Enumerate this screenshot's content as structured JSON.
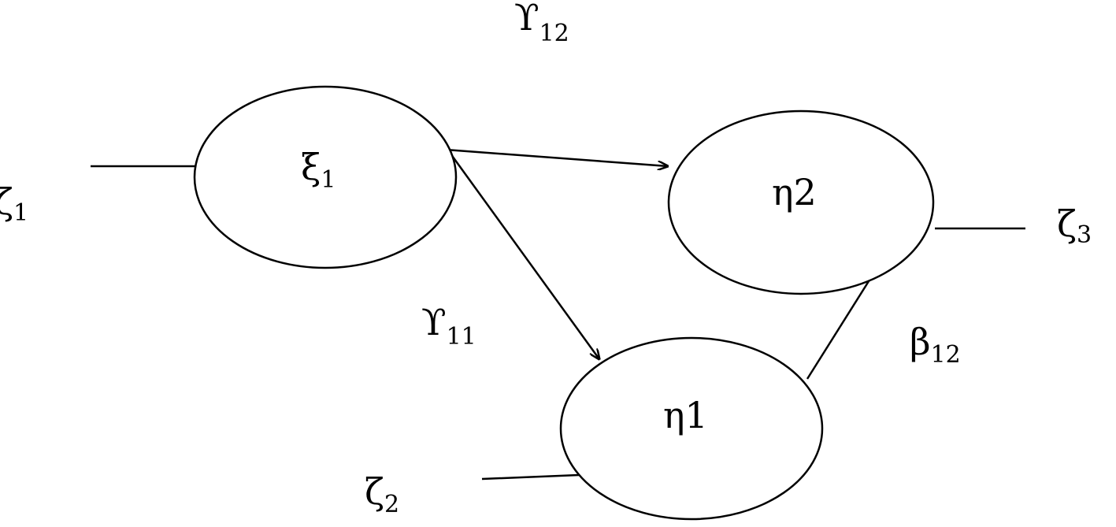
{
  "nodes": {
    "xi1": {
      "symbol": "ξ",
      "sub": "1"
    },
    "eta2": {
      "symbol": "η2",
      "sub": ""
    },
    "eta1": {
      "symbol": "η1",
      "sub": ""
    }
  },
  "params": {
    "gamma12": {
      "symbol": "ϒ",
      "sub": "12"
    },
    "gamma11": {
      "symbol": "ϒ",
      "sub": "11"
    },
    "beta12": {
      "symbol": "β",
      "sub": "12"
    }
  },
  "disturbances": {
    "zeta1": {
      "symbol": "ζ",
      "sub": "1"
    },
    "zeta2": {
      "symbol": "ζ",
      "sub": "2"
    },
    "zeta3": {
      "symbol": "ζ",
      "sub": "3"
    }
  },
  "colors": {
    "stroke": "#000000",
    "background": "#ffffff"
  }
}
